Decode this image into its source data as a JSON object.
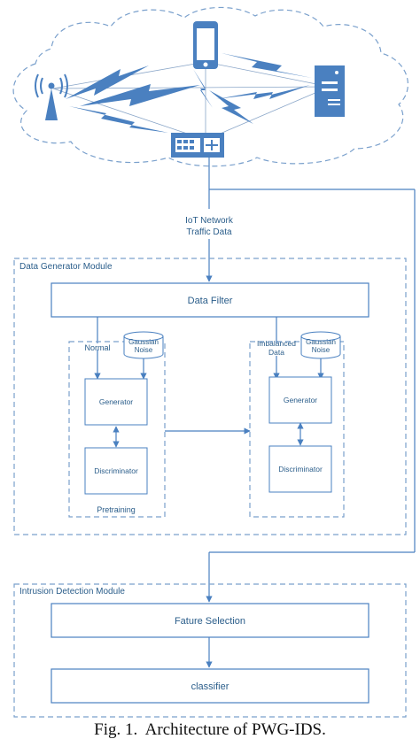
{
  "colors": {
    "line": "#4a80c0",
    "dash": "#7aa0cc",
    "text": "#2a5d8a",
    "icon": "#4a80c0"
  },
  "icons": [
    "antenna-tower-icon",
    "smartphone-icon",
    "server-icon",
    "network-switch-icon",
    "lightning-link-icon"
  ],
  "network": {
    "traffic_label_line1": "IoT Network",
    "traffic_label_line2": "Traffic Data"
  },
  "data_generator": {
    "title": "Data Generator Module",
    "data_filter": "Data Filter",
    "left": {
      "input_label": "Normal",
      "noise_line1": "Gaussian",
      "noise_line2": "Noise",
      "generator": "Generator",
      "discriminator": "Discriminator",
      "footer": "Pretraining"
    },
    "right": {
      "input_line1": "Imbalanced",
      "input_line2": "Data",
      "noise_line1": "Gaussian",
      "noise_line2": "Noise",
      "generator": "Generator",
      "discriminator": "Discriminator"
    }
  },
  "intrusion_detection": {
    "title": "Intrusion Detection Module",
    "feature_selection": "Fature Selection",
    "classifier": "classifier"
  },
  "caption": "Fig. 1.  Architecture of PWG-IDS."
}
